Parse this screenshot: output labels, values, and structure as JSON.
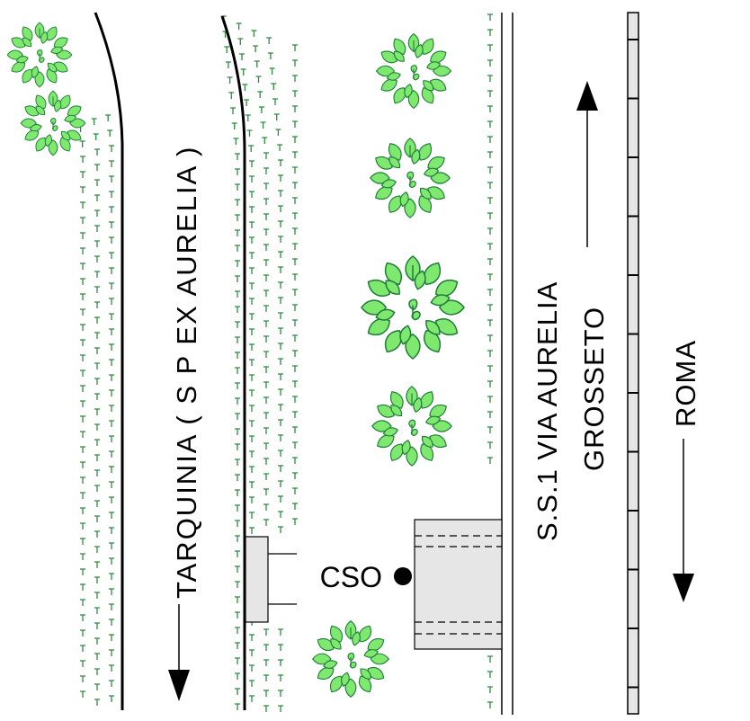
{
  "labels": {
    "road_left": "TARQUINIA ( S P EX AURELIA )",
    "road_main": "S.S.1 VIA AURELIA",
    "dir_north": "GROSSETO",
    "dir_south": "ROMA",
    "point_cso": "CSO"
  },
  "colors": {
    "tree_fill": "#7ee86f",
    "tree_stroke": "#1f7a3a",
    "grass": "#2e8b3e",
    "structure_fill": "#e6e6e6",
    "line": "#000000"
  },
  "icons": {
    "tree": "tree-icon",
    "arrow_up": "arrow-up-icon",
    "arrow_down": "arrow-down-icon",
    "point": "point-marker-icon"
  }
}
